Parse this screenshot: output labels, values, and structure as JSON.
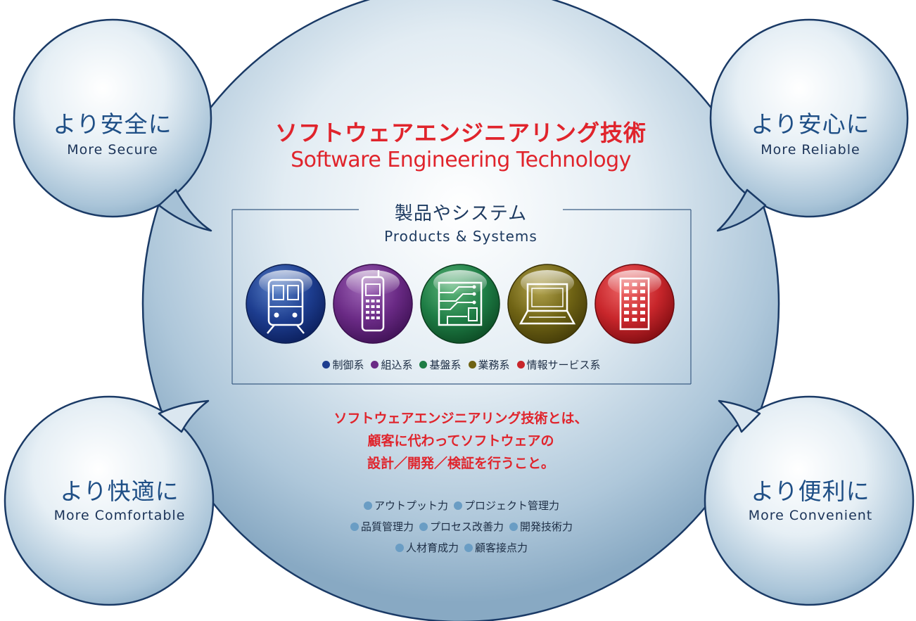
{
  "title": {
    "ja": "ソフトウェアエンジニアリング技術",
    "en": "Software Engineering Technology"
  },
  "bubbles": {
    "top_left": {
      "ja": "より安全に",
      "en": "More Secure"
    },
    "top_right": {
      "ja": "より安心に",
      "en": "More Reliable"
    },
    "bottom_left": {
      "ja": "より快適に",
      "en": "More Comfortable"
    },
    "bottom_right": {
      "ja": "より便利に",
      "en": "More Convenient"
    }
  },
  "products": {
    "heading_ja": "製品やシステム",
    "heading_en": "Products & Systems",
    "categories": [
      {
        "label": "制御系",
        "color": "#1d3d8f",
        "icon": "train-icon"
      },
      {
        "label": "組込系",
        "color": "#6a2a85",
        "icon": "mobile-phone-icon"
      },
      {
        "label": "基盤系",
        "color": "#1e7d45",
        "icon": "circuit-board-icon"
      },
      {
        "label": "業務系",
        "color": "#6f6314",
        "icon": "laptop-icon"
      },
      {
        "label": "情報サービス系",
        "color": "#c8262b",
        "icon": "building-icon"
      }
    ]
  },
  "description": {
    "line1": "ソフトウェアエンジニアリング技術とは、",
    "line2": "顧客に代わってソフトウェアの",
    "line3": "設計／開発／検証を行うこと。"
  },
  "abilities": {
    "row1": [
      "アウトプット力",
      "プロジェクト管理力"
    ],
    "row2": [
      "品質管理力",
      "プロセス改善力",
      "開発技術力"
    ],
    "row3": [
      "人材育成力",
      "顧客接点力"
    ]
  }
}
